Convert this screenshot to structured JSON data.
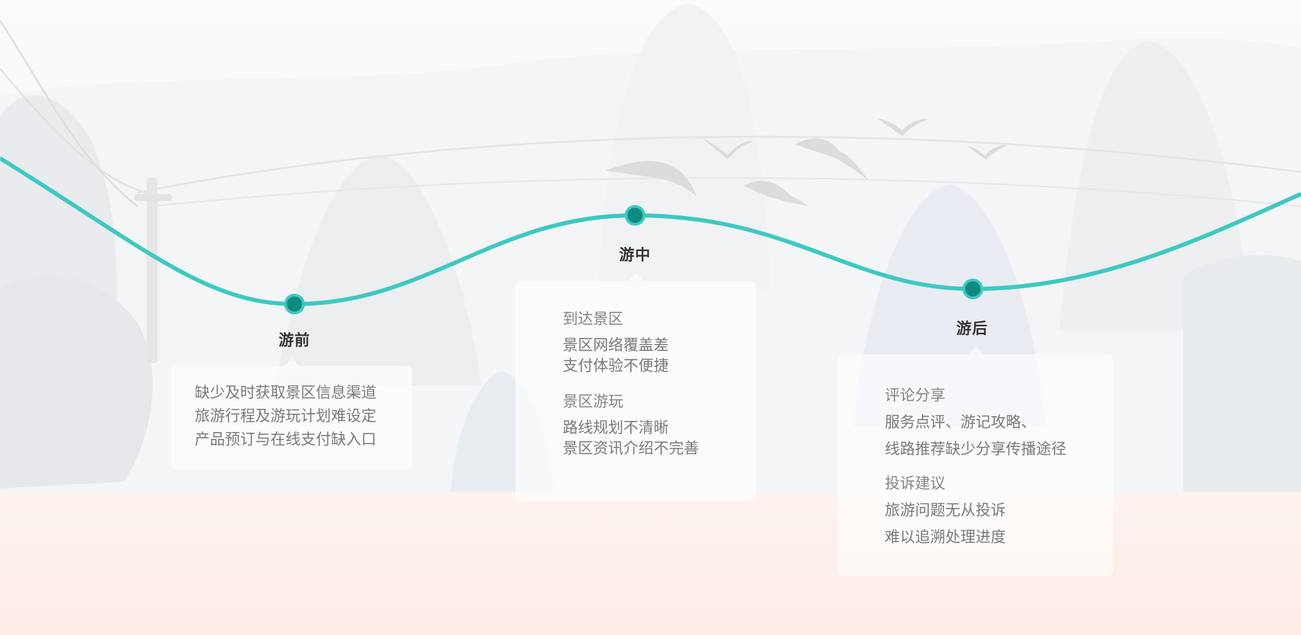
{
  "stages": [
    {
      "id": "before",
      "title": "游前",
      "sections": [
        {
          "heading": "",
          "lines": [
            "缺少及时获取景区信息渠道",
            "旅游行程及游玩计划难设定",
            "产品预订与在线支付缺入口"
          ]
        }
      ]
    },
    {
      "id": "during",
      "title": "游中",
      "sections": [
        {
          "heading": "到达景区",
          "lines": [
            "景区网络覆盖差",
            "支付体验不便捷"
          ]
        },
        {
          "heading": "景区游玩",
          "lines": [
            "路线规划不清晰",
            "景区资讯介绍不完善"
          ]
        }
      ]
    },
    {
      "id": "after",
      "title": "游后",
      "sections": [
        {
          "heading": "评论分享",
          "lines": [
            "服务点评、游记攻略、",
            "线路推荐缺少分享传播途径"
          ]
        },
        {
          "heading": "投诉建议",
          "lines": [
            "旅游问题无从投诉",
            "难以追溯处理进度"
          ]
        }
      ]
    }
  ],
  "colors": {
    "curve": "#3cc9c1",
    "node_fill": "#0f8a7e",
    "node_ring": "#3cc9c1",
    "title_text": "#333333",
    "body_text": "#7a7a7a",
    "ground": "#fbeee7"
  }
}
